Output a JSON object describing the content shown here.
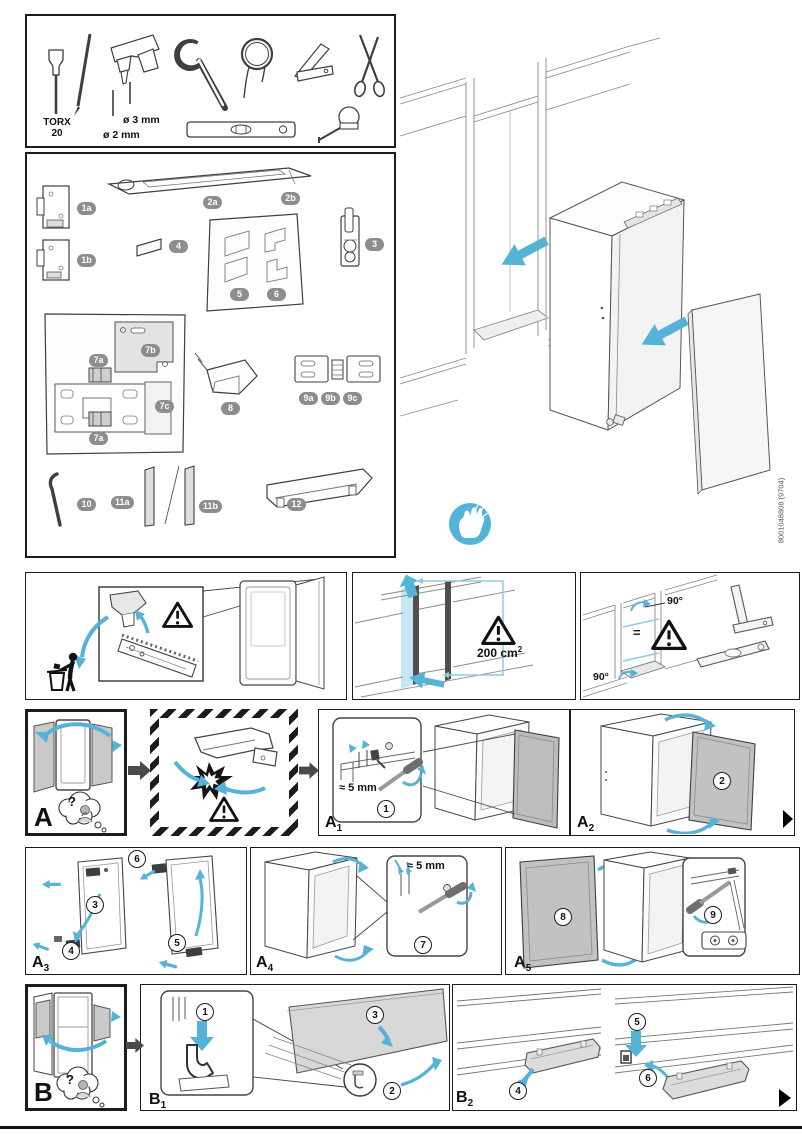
{
  "doc": {
    "number": "8001048808 (9704)"
  },
  "colors": {
    "accent_blue": "#56b3d8",
    "line_art": "#3f3f3f",
    "badge_gray": "#8d8d8d",
    "panel_gray": "#c9c9c9"
  },
  "tools": {
    "torx": "TORX",
    "torx_size": "20",
    "bit3": "ø 3 mm",
    "bit2": "ø 2 mm"
  },
  "parts": {
    "p1a": "1a",
    "p1b": "1b",
    "p2a": "2a",
    "p2b": "2b",
    "p3": "3",
    "p4": "4",
    "p5": "5",
    "p6": "6",
    "p7a_top": "7a",
    "p7b": "7b",
    "p7c": "7c",
    "p7a_bot": "7a",
    "p8": "8",
    "p9a": "9a",
    "p9b": "9b",
    "p9c": "9c",
    "p10": "10",
    "p11a": "11a",
    "p11b": "11b",
    "p12": "12"
  },
  "notices": {
    "vent_value": "200 cm",
    "vent_sup": "2",
    "angle_top": "90°",
    "angle_bottom": "90°",
    "equal": "=",
    "gap_a1": "≈ 5 mm",
    "gap_a4": "≈ 5 mm",
    "question_a": "?",
    "question_b": "?"
  },
  "sections": {
    "a": {
      "base": "A",
      "sub": ""
    },
    "a1": {
      "base": "A",
      "sub": "1"
    },
    "a2": {
      "base": "A",
      "sub": "2"
    },
    "a3": {
      "base": "A",
      "sub": "3"
    },
    "a4": {
      "base": "A",
      "sub": "4"
    },
    "a5": {
      "base": "A",
      "sub": "5"
    },
    "b": {
      "base": "B",
      "sub": ""
    },
    "b1": {
      "base": "B",
      "sub": "1"
    },
    "b2": {
      "base": "B",
      "sub": "2"
    }
  },
  "steps": {
    "a1_1": "1",
    "a2_2": "2",
    "a3_3": "3",
    "a3_4": "4",
    "a3_5": "5",
    "a3_6": "6",
    "a4_7": "7",
    "a5_8": "8",
    "a5_9": "9",
    "b1_1": "1",
    "b1_2": "2",
    "b1_3": "3",
    "b2_4": "4",
    "b2_5": "5",
    "b2_6": "6"
  }
}
